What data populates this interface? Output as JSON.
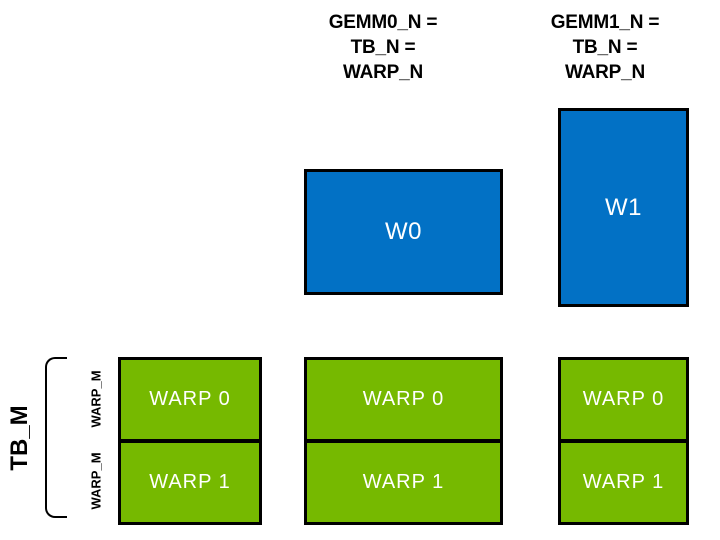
{
  "headers": [
    {
      "line1": "GEMM0_N =",
      "line2": "TB_N =",
      "line3": "WARP_N"
    },
    {
      "line1": "GEMM1_N =",
      "line2": "TB_N =",
      "line3": "WARP_N"
    }
  ],
  "warp_tiles": [
    {
      "label": "W0"
    },
    {
      "label": "W1"
    }
  ],
  "thread_block_columns": [
    {
      "rows": [
        {
          "label": "WARP 0"
        },
        {
          "label": "WARP 1"
        }
      ]
    },
    {
      "rows": [
        {
          "label": "WARP 0"
        },
        {
          "label": "WARP 1"
        }
      ]
    },
    {
      "rows": [
        {
          "label": "WARP 0"
        },
        {
          "label": "WARP 1"
        }
      ]
    }
  ],
  "left_annotations": {
    "tb_m_label": "TB_M",
    "warp_m_labels": [
      "WARP_M",
      "WARP_M"
    ]
  },
  "colors": {
    "blue": "#0271C5",
    "green": "#76B900",
    "border": "#000000",
    "header_text": "#000000",
    "box_text": "#FFFFFF",
    "background": "#FFFFFF"
  }
}
